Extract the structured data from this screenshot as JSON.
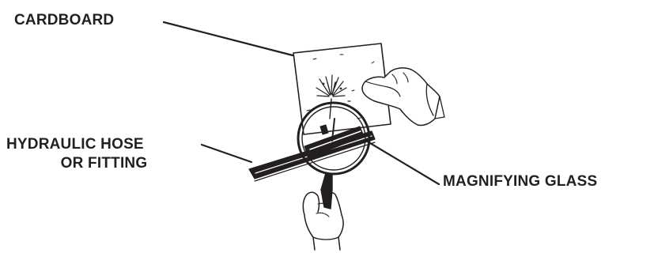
{
  "labels": {
    "cardboard": "CARDBOARD",
    "hose_line1": "HYDRAULIC HOSE",
    "hose_line2": "OR FITTING",
    "magnifying_glass": "MAGNIFYING GLASS"
  },
  "colors": {
    "ink": "#231f20",
    "background": "#ffffff"
  }
}
